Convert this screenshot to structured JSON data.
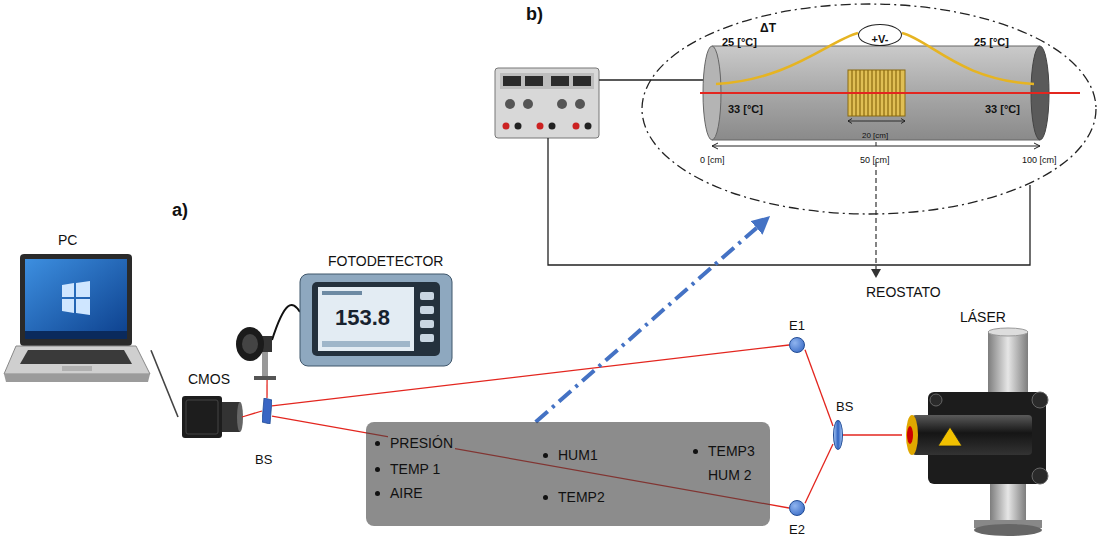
{
  "diagram": {
    "nodes": [
      {
        "text": [
          "ΔT",
          "25 [°C]",
          "25 [°C]",
          "33 [°C]",
          "20 [cm]",
          "33 [°C]",
          "0 [cm]",
          "50 [cm]",
          "100 [cm]"
        ]
      },
      {
        "text": [
          "+V-"
        ],
        "in": 0
      },
      {
        "text": [
          "PC"
        ]
      },
      {
        "text": [
          "FOTODETECTOR",
          "153.8"
        ]
      },
      {
        "text": [
          "CMOS"
        ]
      },
      {
        "text": [
          "BS"
        ]
      },
      {
        "text": [
          "PRESIÓN",
          "TEMP 1",
          "AIRE",
          "HUM1",
          "TEMP2",
          "TEMP3",
          "HUM 2"
        ]
      },
      {
        "text": [
          "E1"
        ]
      },
      {
        "text": [
          "BS"
        ]
      },
      {
        "text": [
          "E2"
        ]
      },
      {
        "text": [
          "LÁSER"
        ]
      }
    ],
    "edges": [
      {
        "from": 10,
        "to": 8,
        "arrow": "none"
      },
      {
        "from": 8,
        "to": 7,
        "arrow": "none"
      },
      {
        "from": 8,
        "to": 9,
        "arrow": "none"
      },
      {
        "from": 7,
        "to": 5,
        "arrow": "none"
      },
      {
        "from": 9,
        "to": 5,
        "arrow": "none"
      },
      {
        "from": 5,
        "to": 4,
        "arrow": "none"
      },
      {
        "from": 5,
        "to": 3,
        "arrow": "none"
      },
      {
        "from": 4,
        "to": 2,
        "arrow": "none"
      },
      {
        "from": 6,
        "to": 0,
        "arrow": "to"
      }
    ],
    "labels": [
      "b)",
      "a)",
      "REOSTATO"
    ]
  }
}
